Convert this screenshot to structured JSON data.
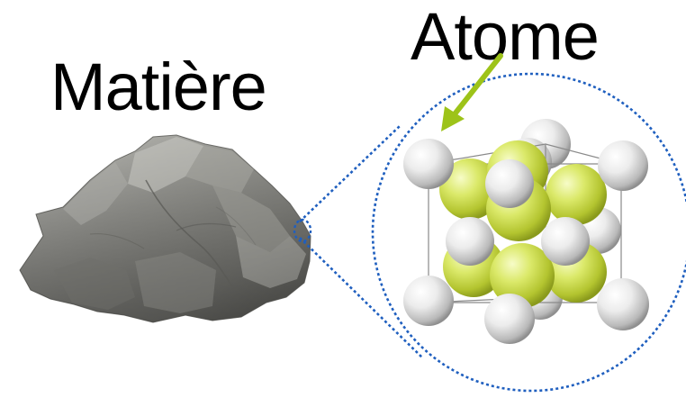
{
  "labels": {
    "matter": "Matière",
    "atom": "Atome"
  },
  "colors": {
    "magnifier_outline": "#1f5fbf",
    "arrow": "#9dc319",
    "large_sphere": "#d6e65a",
    "small_sphere": "#e4e4e4",
    "rock": "#8e8e8a",
    "text": "#000000"
  },
  "icons": {
    "rock": "rock-image",
    "crystal": "crystal-lattice-model"
  }
}
